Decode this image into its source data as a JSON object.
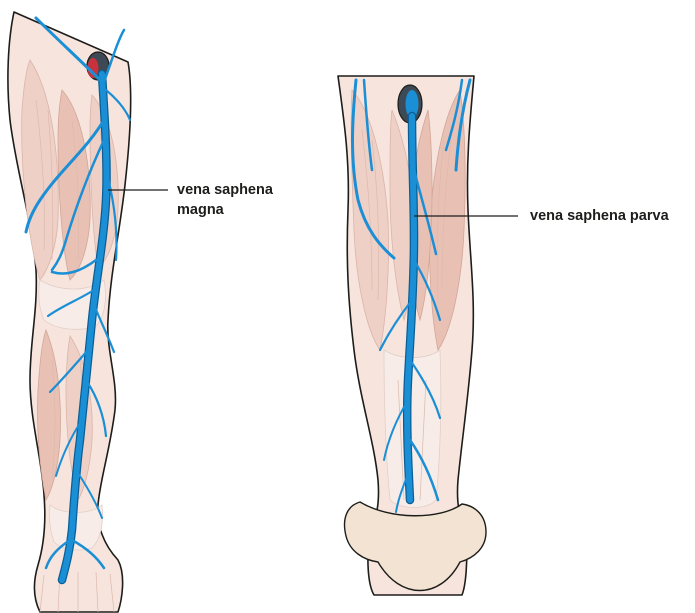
{
  "labels": {
    "magna_line1": "vena saphena",
    "magna_line2": "magna",
    "parva": "vena saphena parva"
  },
  "colors": {
    "vein": "#1a8fd6",
    "vein_outline": "#0b5f95",
    "opening_dark": "#3d4a55",
    "opening_red": "#c8323c",
    "skin": "#f6e4dd"
  },
  "structures": {
    "front_leg": "great saphenous vein (front view of leg)",
    "back_leg": "small saphenous vein (back view of lower leg)"
  }
}
